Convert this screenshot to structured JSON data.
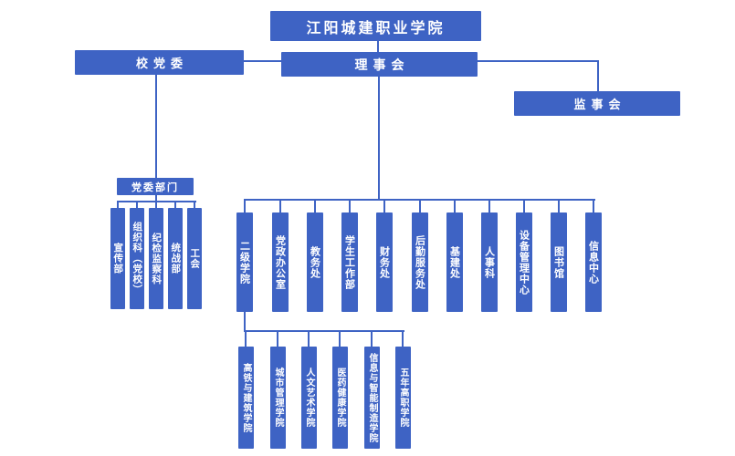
{
  "title": "江阳城建职业学院",
  "nodes": {
    "party_committee": "校党委",
    "council": "理事会",
    "supervisors": "监事会",
    "party_departments_header": "党委部门"
  },
  "party_departments": [
    "宣传部",
    "组织科（党校）",
    "纪检监察科",
    "统战部",
    "工会"
  ],
  "council_departments": [
    "二级学院",
    "党政办公室",
    "教务处",
    "学生工作部",
    "财务处",
    "后勤服务处",
    "基建处",
    "人事科",
    "设备管理中心",
    "图书馆",
    "信息中心"
  ],
  "colleges": [
    "高铁与建筑学院",
    "城市管理学院",
    "人文艺术学院",
    "医药健康学院",
    "信息与智能制造学院",
    "五年高职学院"
  ],
  "colors": {
    "box": "#3E63C4",
    "line": "#3E63C4",
    "text": "#FFFFFF",
    "background": "#FFFFFF"
  }
}
